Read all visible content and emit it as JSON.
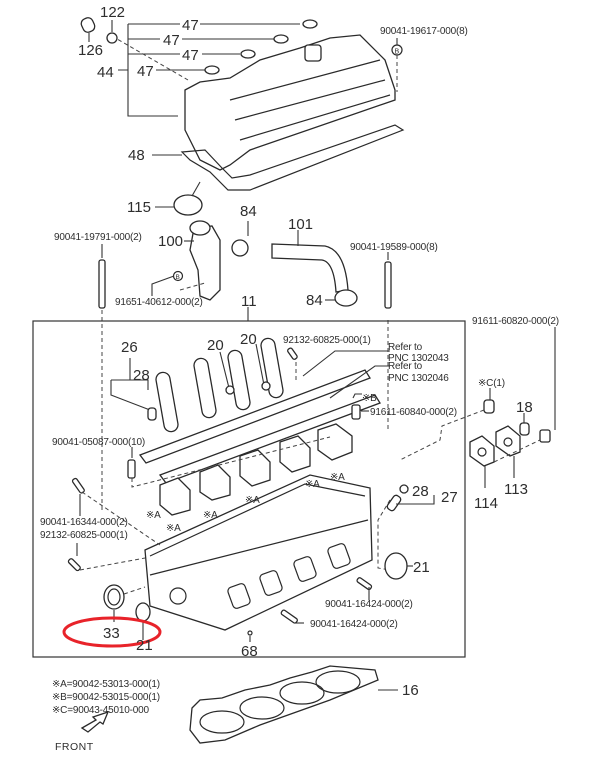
{
  "diagram": {
    "callouts": {
      "c122": "122",
      "c126": "126",
      "c44": "44",
      "c47a": "47",
      "c47b": "47",
      "c47c": "47",
      "c47d": "47",
      "c48": "48",
      "c115": "115",
      "c84a": "84",
      "c84b": "84",
      "c100": "100",
      "c101": "101",
      "c11": "11",
      "c26": "26",
      "c28a": "28",
      "c20a": "20",
      "c20b": "20",
      "c18": "18",
      "c113": "113",
      "c114": "114",
      "c28b": "28",
      "c27": "27",
      "c21a": "21",
      "c21b": "21",
      "c33": "33",
      "c68": "68",
      "c16": "16"
    },
    "part_numbers": {
      "p_19617": "90041-19617-000(8)",
      "p_19791": "90041-19791-000(2)",
      "p_19589": "90041-19589-000(8)",
      "p_40612": "91651-40612-000(2)",
      "p_60825_top": "92132-60825-000(1)",
      "p_60820": "91611-60820-000(2)",
      "p_60840": "91611-60840-000(2)",
      "p_05087": "90041-05087-000(10)",
      "p_16344": "90041-16344-000(2)",
      "p_60825_left": "92132-60825-000(1)",
      "p_16424_a": "90041-16424-000(2)",
      "p_16424_b": "90041-16424-000(2)"
    },
    "references": {
      "refer_1_line1": "Refer to",
      "refer_1_line2": "PNC 1302043",
      "refer_2_line1": "Refer to",
      "refer_2_line2": "PNC 1302046"
    },
    "markers": {
      "mark_b_circle": "B",
      "mark_b_circle2": "B",
      "mark_c": "※C(1)",
      "mark_b": "※B",
      "mark_a": "※A"
    },
    "legend": {
      "a": "※A=90042-53013-000(1)",
      "b": "※B=90042-53015-000(1)",
      "c": "※C=90043-45010-000",
      "front": "FRONT"
    },
    "highlight": {
      "color": "#e8232a",
      "target": "33"
    }
  }
}
